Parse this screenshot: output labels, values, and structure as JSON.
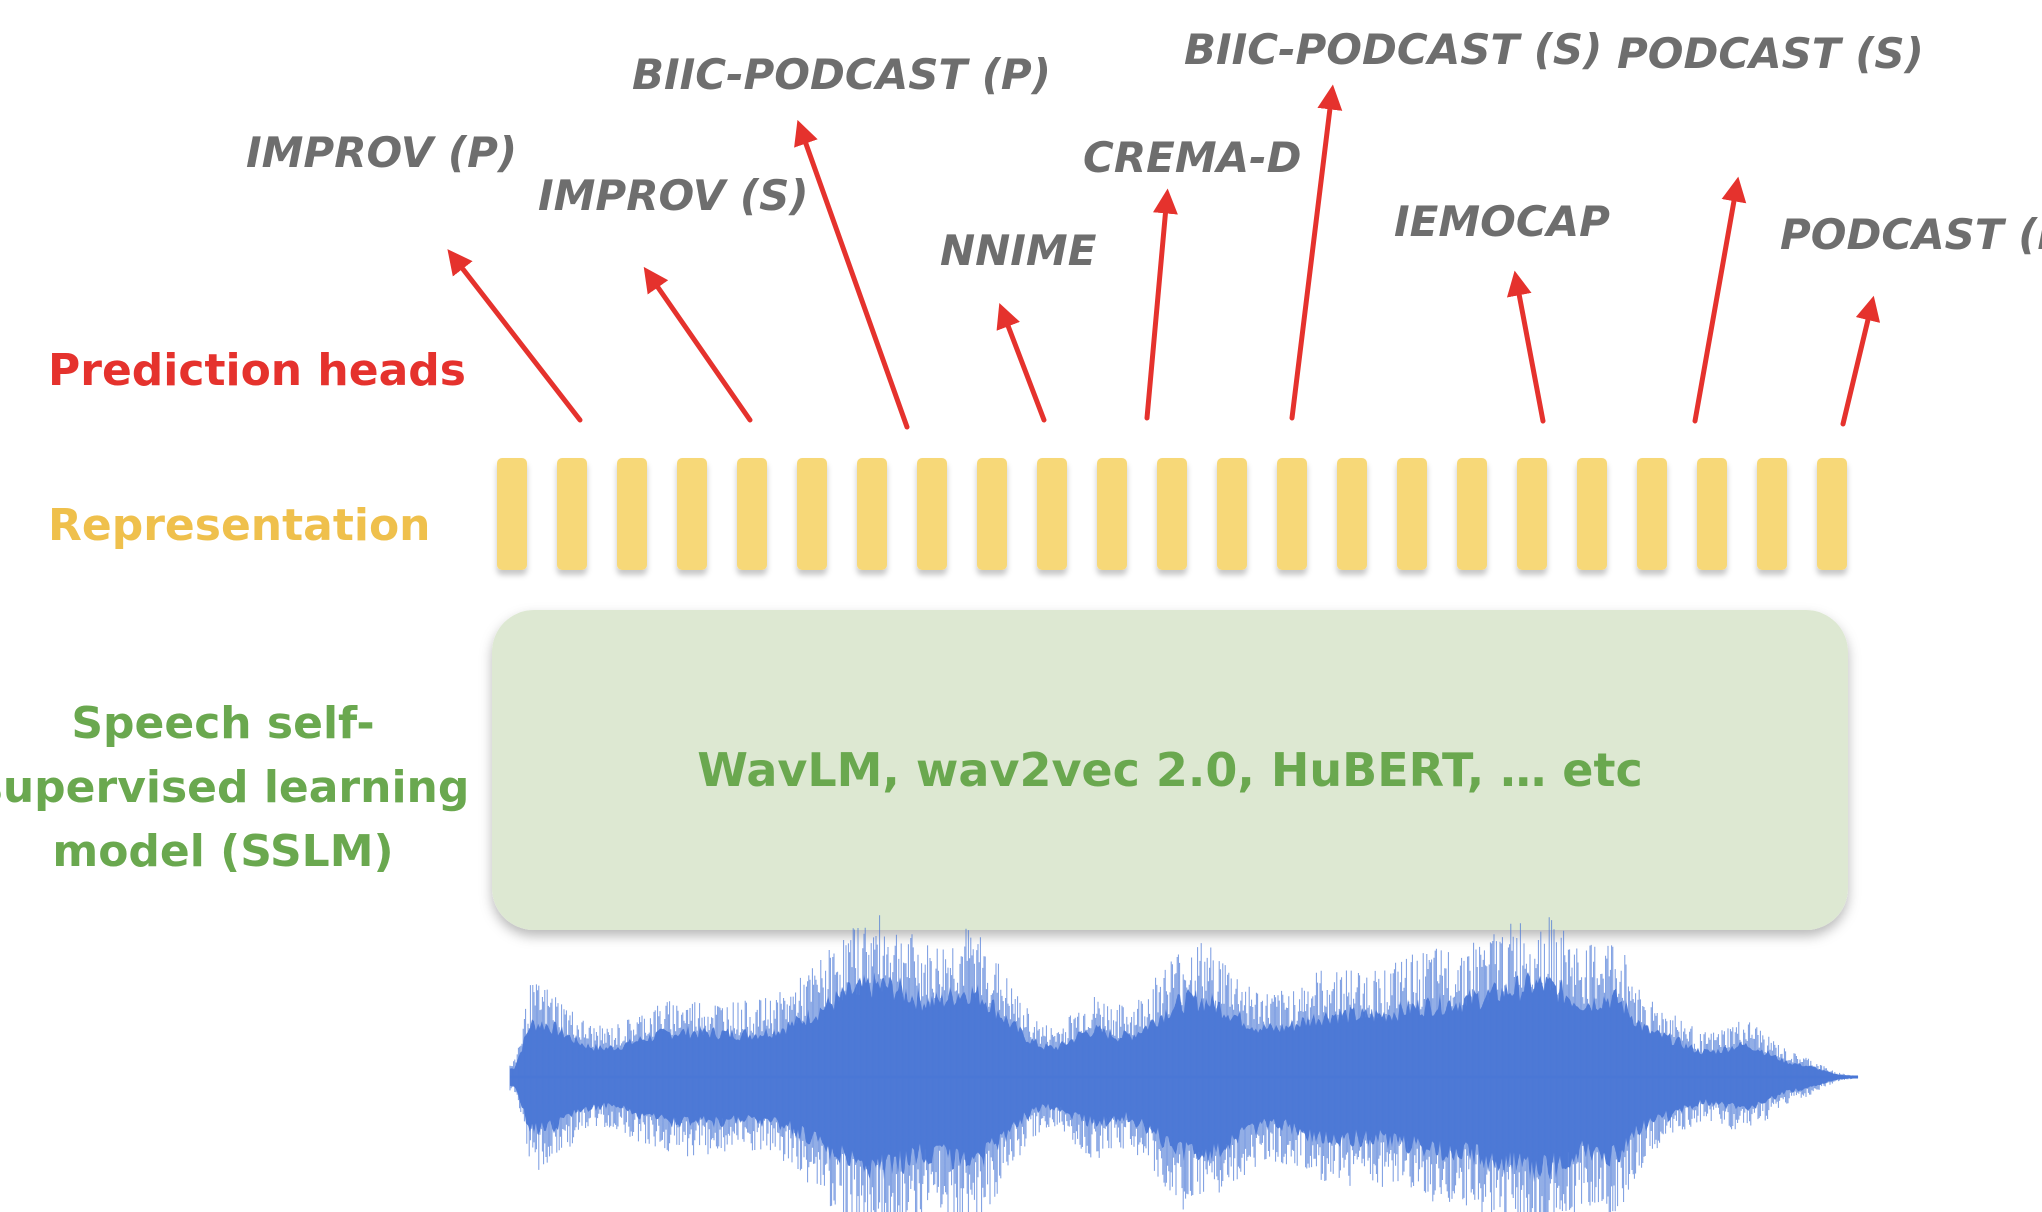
{
  "labels": {
    "prediction_heads": "Prediction heads",
    "representation": "Representation",
    "sslm_line1": "Speech self-",
    "sslm_line2": "supervised learning",
    "sslm_line3": "model (SSLM)",
    "model_names": "WavLM, wav2vec 2.0, HuBERT, … etc"
  },
  "datasets": [
    "IMPROV (P)",
    "IMPROV (S)",
    "BIIC-PODCAST (P)",
    "NNIME",
    "CREMA-D",
    "BIIC-PODCAST (S)",
    "IEMOCAP",
    "PODCAST (S)",
    "PODCAST (P)"
  ],
  "representation_token_count": 23,
  "colors": {
    "prediction_heads": "#e5322d",
    "representation": "#efc04c",
    "token_fill": "#f7d878",
    "sslm_text": "#6aa84f",
    "model_box_fill": "#dde8d2",
    "dataset_text": "#6e6e6e",
    "arrow": "#e5322d",
    "waveform": "#4a77d6"
  }
}
